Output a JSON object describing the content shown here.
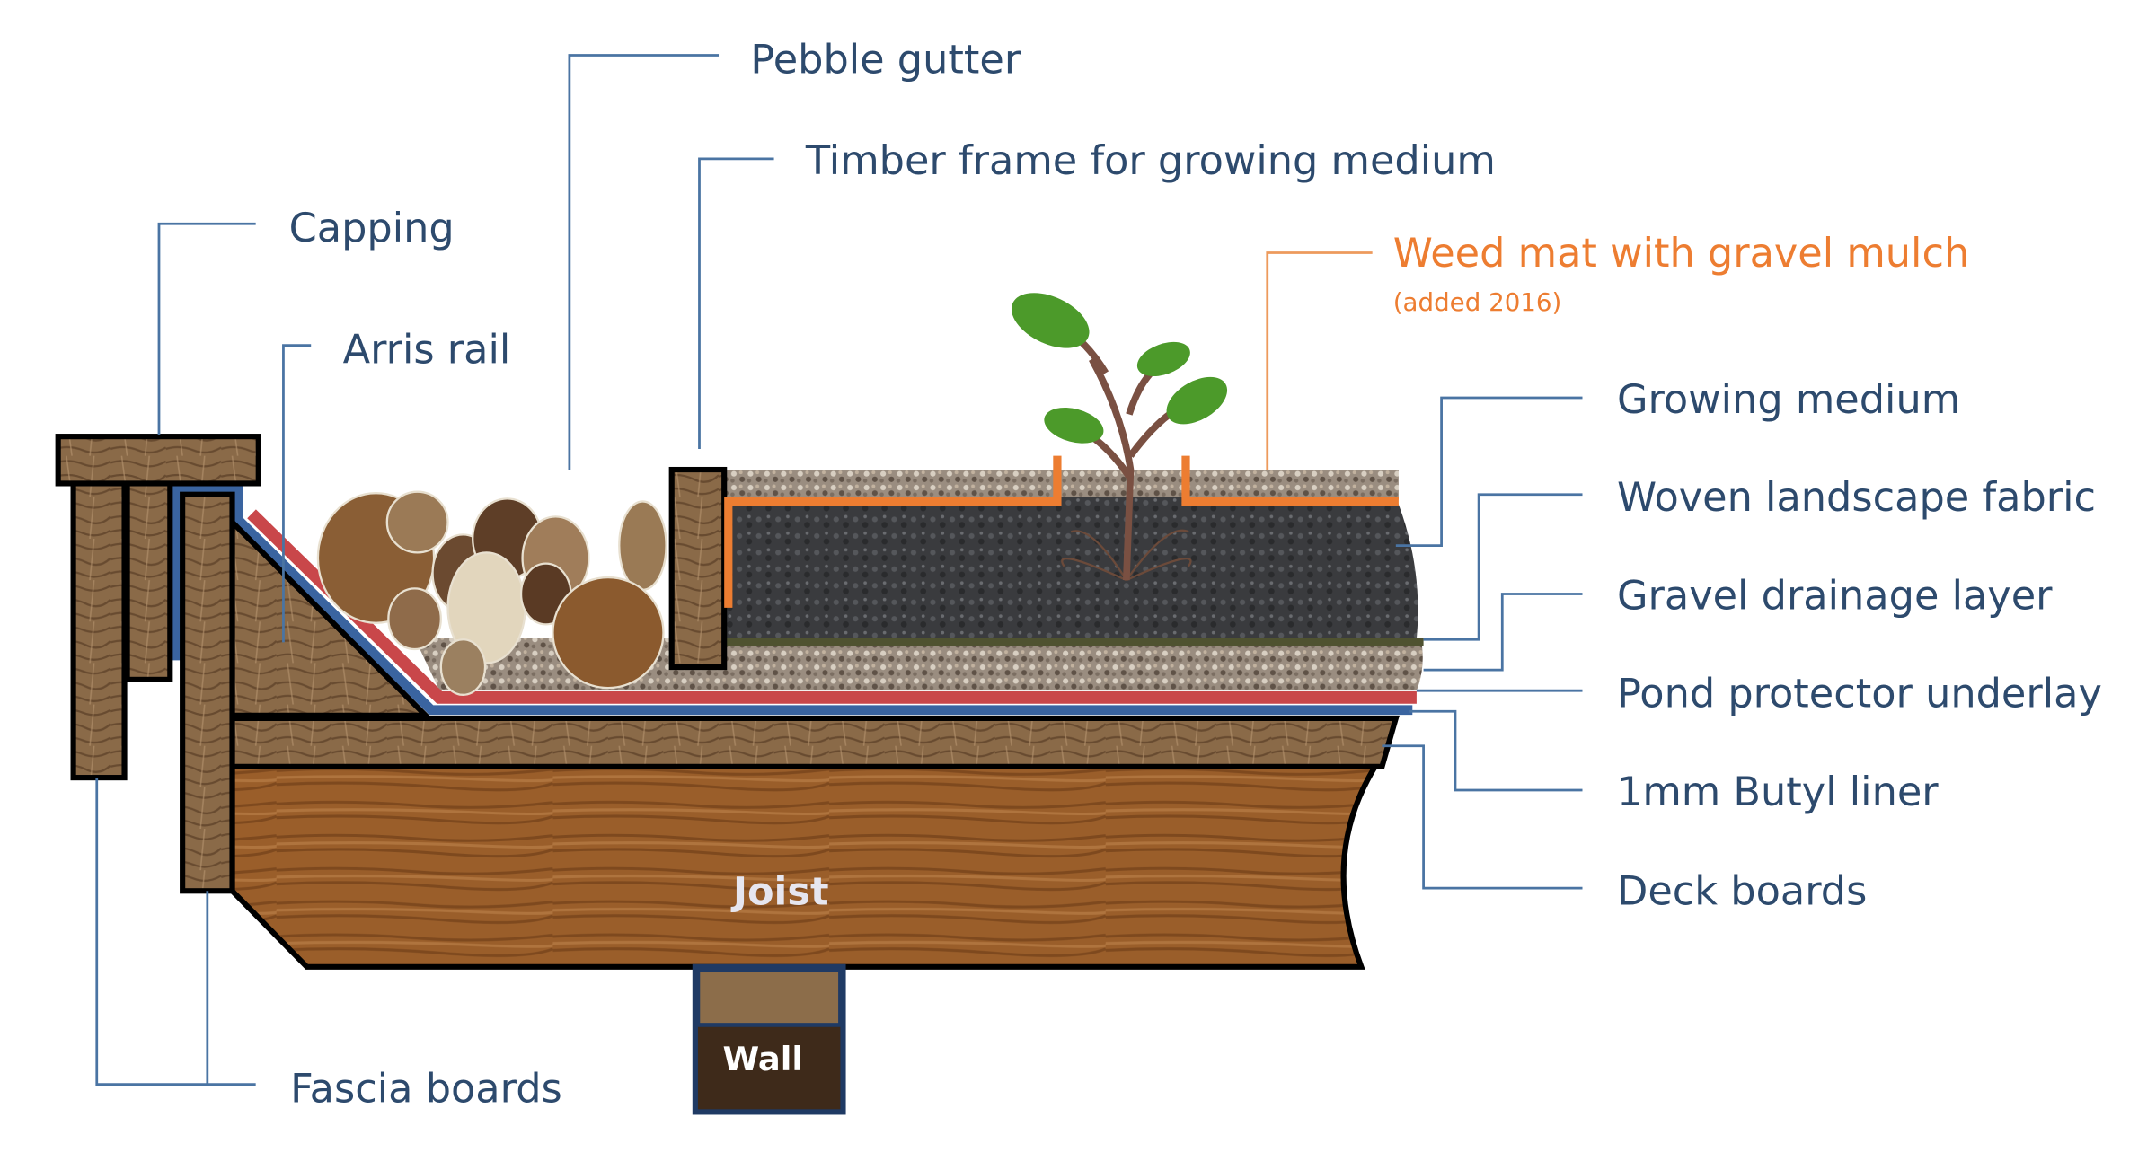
{
  "labels": {
    "pebble_gutter": "Pebble gutter",
    "timber_frame": "Timber frame for growing medium",
    "capping": "Capping",
    "arris_rail": "Arris rail",
    "weed_mat": "Weed mat with gravel mulch",
    "weed_mat_note": "(added 2016)",
    "growing_medium": "Growing medium",
    "woven_fabric": "Woven landscape fabric",
    "gravel_drainage": "Gravel drainage layer",
    "pond_protector": "Pond protector underlay",
    "butyl_liner": "1mm Butyl liner",
    "deck_boards": "Deck boards",
    "fascia_boards": "Fascia boards",
    "joist": "Joist",
    "wall": "Wall"
  },
  "colors": {
    "label_text": "#2d4a6d",
    "leader_line": "#4a74a3",
    "highlight": "#ed7d31",
    "liner": "#3a64a0",
    "underlay": "#c9474a",
    "fabric": "#4f5230"
  }
}
